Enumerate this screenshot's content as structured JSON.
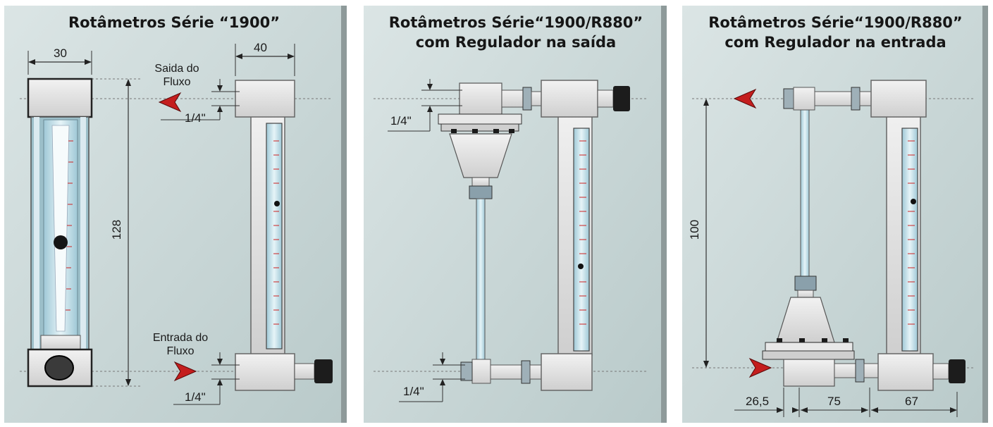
{
  "panels": [
    {
      "title_line1": "Rotâmetros Série “1900”",
      "title_line2": "",
      "dims": {
        "front_width": "30",
        "side_width": "40",
        "height": "128",
        "port_top": "1/4\"",
        "port_bottom": "1/4\""
      },
      "labels": {
        "outlet_line1": "Saida do",
        "outlet_line2": "Fluxo",
        "inlet_line1": "Entrada do",
        "inlet_line2": "Fluxo"
      }
    },
    {
      "title_line1": "Rotâmetros Série“1900/R880”",
      "title_line2": "com Regulador na saída",
      "dims": {
        "port_top": "1/4\"",
        "port_bottom": "1/4\""
      }
    },
    {
      "title_line1": "Rotâmetros Série“1900/R880”",
      "title_line2": "com Regulador na entrada",
      "dims": {
        "height": "100",
        "w1": "26,5",
        "w2": "75",
        "w3": "67"
      }
    }
  ],
  "colors": {
    "panel_bg": "#c9d6d6",
    "body": "#e4e4e4",
    "tube": "#bfe0ea",
    "scale_mark": "#cc2222",
    "arrow": "#c41e1e",
    "knob": "#1c1c1c"
  }
}
